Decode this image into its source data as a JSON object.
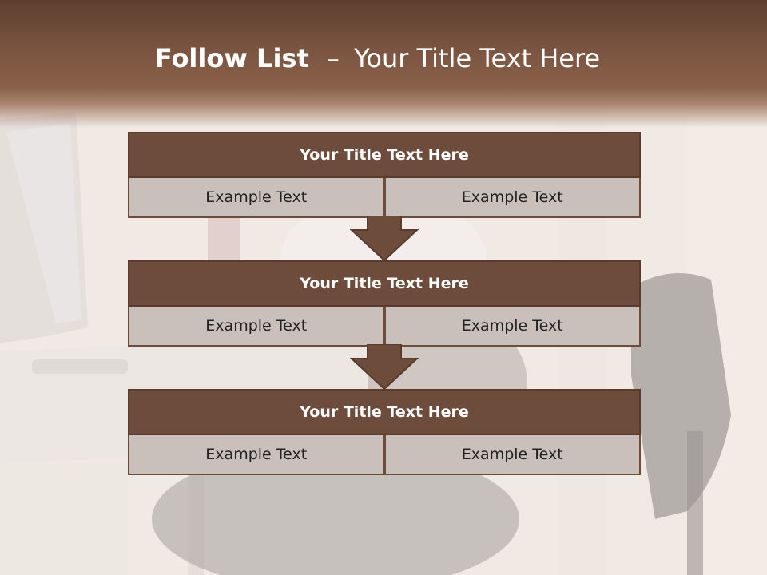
{
  "title": {
    "bold": "Follow List",
    "dash": "–",
    "rest": "Your Title Text Here"
  },
  "blocks": [
    {
      "header": "Your Title Text Here",
      "left": "Example Text",
      "right": "Example Text"
    },
    {
      "header": "Your Title Text Here",
      "left": "Example Text",
      "right": "Example Text"
    },
    {
      "header": "Your Title Text Here",
      "left": "Example Text",
      "right": "Example Text"
    }
  ],
  "colors": {
    "header_band": "#7a5440",
    "block_header": "#6e4c3b",
    "cell": "#c9c0bb"
  }
}
